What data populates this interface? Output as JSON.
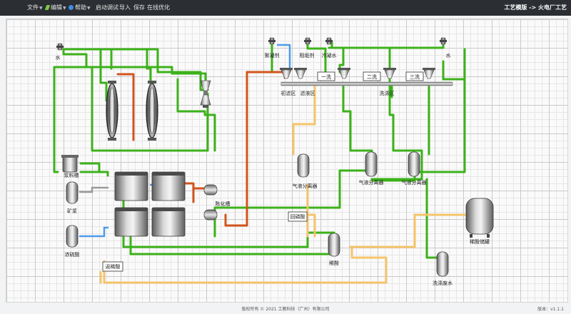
{
  "menu": {
    "file": "文件",
    "edit": "编辑",
    "help": "帮助",
    "start_debug": "启动调试",
    "import": "导入",
    "save": "保存",
    "online_optimize": "在线优化"
  },
  "header": {
    "title": "工艺模版 -> 火电厂工艺"
  },
  "labels": {
    "water_left": "水",
    "coagulant": "絮凝剂",
    "scale_inhibitor": "阻垢剂",
    "cooling_water": "冷凝水",
    "water_right": "水",
    "wash1": "一洗",
    "wash2": "二洗",
    "wash3": "三洗",
    "initial_filter": "初滤区",
    "filtrate": "滤液区",
    "wash_zone": "洗涤区",
    "pulp_tank": "浆料槽",
    "ore_pulp": "矿浆",
    "aging_tank": "陈化槽",
    "conc_sulfuric": "浓硫酸",
    "return_dilute": "返稀酸",
    "gas_liquid_1": "气液分离器",
    "gas_liquid_2": "气液分离器",
    "gas_liquid_3": "气液分离器",
    "return_phosphoric": "回磷酸",
    "dilute_acid": "稀酸",
    "dilute_storage": "稀酸储罐",
    "wash_waste": "洗涤废水"
  },
  "footer": {
    "copyright": "版权所有 © 2021 工教科技（广州）有限公司",
    "version": "版本：v1.1.1"
  },
  "colors": {
    "topbar": "#2b2e33",
    "green_pipe": "#3cb21a",
    "orange_pipe": "#d2541c",
    "yellow_pipe": "#f5c46a",
    "blue_pipe": "#4f9be8",
    "gray_pipe": "#9a9a9a"
  },
  "icons": [
    "edit-icon",
    "help-icon",
    "valve-icon",
    "filter-icon",
    "tank-icon",
    "separator-icon",
    "caret-down-icon"
  ]
}
